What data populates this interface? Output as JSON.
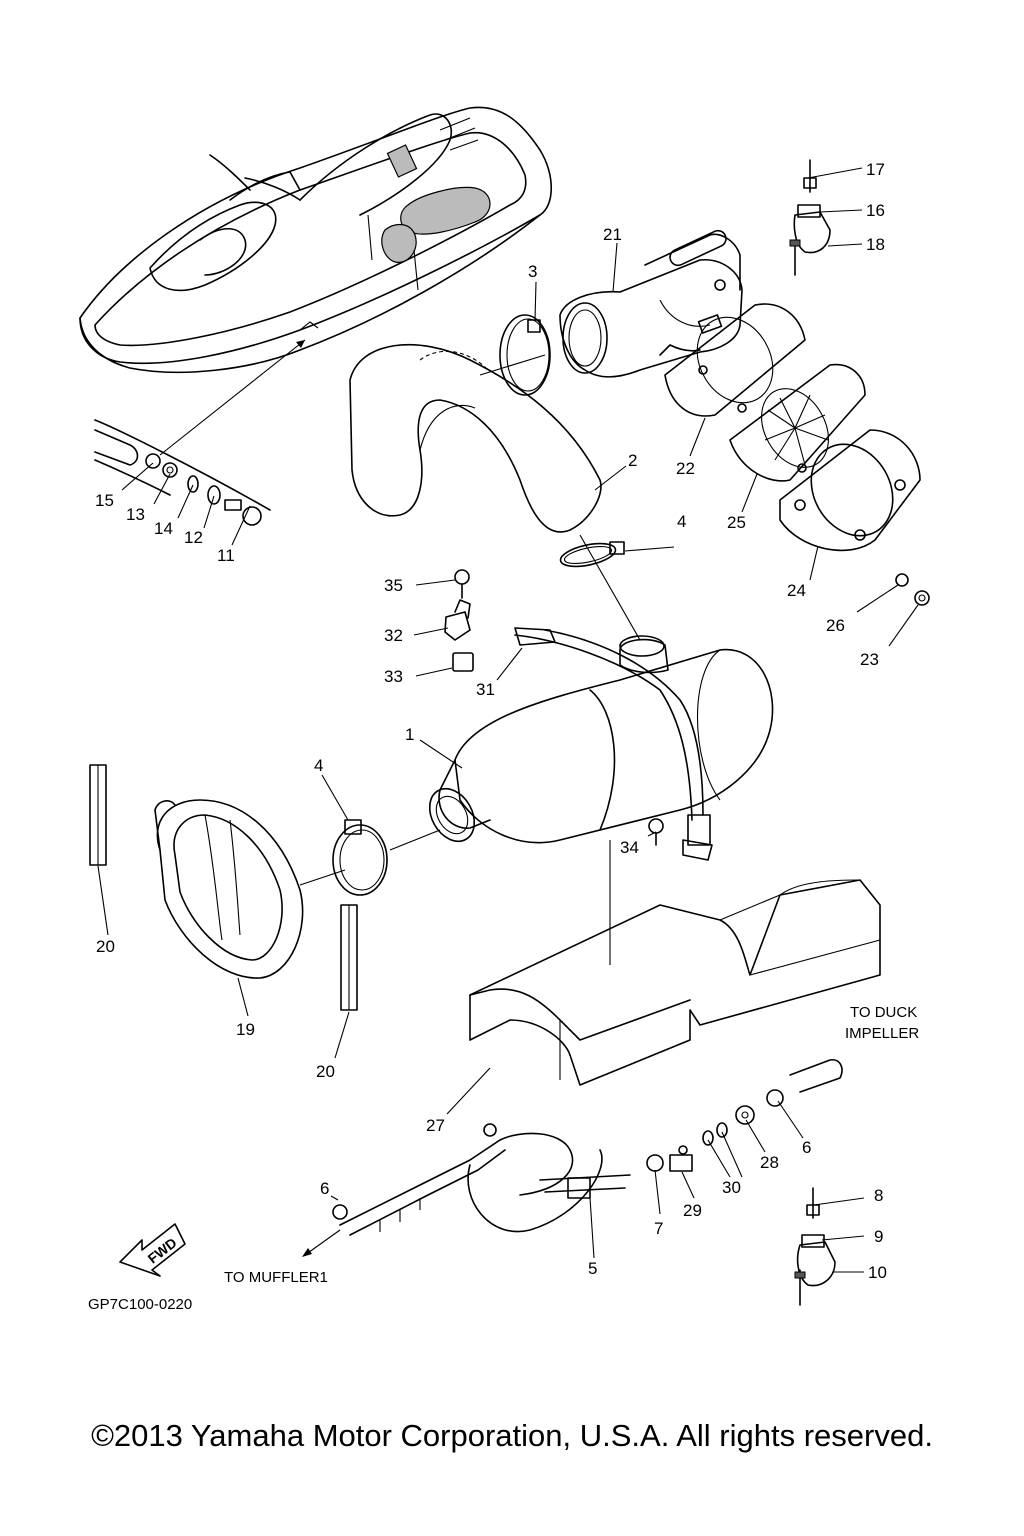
{
  "diagram": {
    "labels": {
      "p1": "1",
      "p2": "2",
      "p3": "3",
      "p4a": "4",
      "p4b": "4",
      "p5": "5",
      "p6a": "6",
      "p6b": "6",
      "p7": "7",
      "p8": "8",
      "p9": "9",
      "p10": "10",
      "p11": "11",
      "p12": "12",
      "p13": "13",
      "p14": "14",
      "p15": "15",
      "p16": "16",
      "p17": "17",
      "p18": "18",
      "p19": "19",
      "p20a": "20",
      "p20b": "20",
      "p21": "21",
      "p22": "22",
      "p23": "23",
      "p24": "24",
      "p25": "25",
      "p26": "26",
      "p27": "27",
      "p28": "28",
      "p29": "29",
      "p30": "30",
      "p31": "31",
      "p32": "32",
      "p33": "33",
      "p34": "34",
      "p35": "35"
    },
    "notes": {
      "to_duck_line1": "TO DUCK",
      "to_duck_line2": "IMPELLER",
      "to_muffler": "TO MUFFLER1",
      "fwd": "FWD"
    },
    "diagram_code": "GP7C100-0220"
  },
  "copyright": "©2013 Yamaha Motor Corporation, U.S.A. All rights reserved."
}
